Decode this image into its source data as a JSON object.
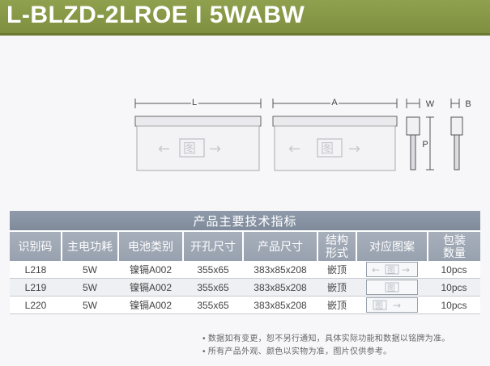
{
  "header": {
    "title": "L-BLZD-2LROE I 5WABW"
  },
  "drawing": {
    "dim_labels": {
      "L": "L",
      "A": "A",
      "W": "W",
      "B": "B",
      "P": "P"
    },
    "exit_glyph": "图"
  },
  "spec_table": {
    "caption": "产品主要技术指标",
    "headers": [
      "识别码",
      "主电功耗",
      "电池类别",
      "开孔尺寸",
      "产品尺寸",
      "结构\n形式",
      "对应图案",
      "包装\n数量"
    ],
    "rows": [
      {
        "code": "L218",
        "power": "5W",
        "battery": "镍镉A002",
        "hole": "355x65",
        "size": "383x85x208",
        "structure": "嵌顶",
        "pattern": "arrows-both",
        "qty": "10pcs"
      },
      {
        "code": "L219",
        "power": "5W",
        "battery": "镍镉A002",
        "hole": "355x65",
        "size": "383x85x208",
        "structure": "嵌顶",
        "pattern": "man-only",
        "qty": "10pcs"
      },
      {
        "code": "L220",
        "power": "5W",
        "battery": "镍镉A002",
        "hole": "355x65",
        "size": "383x85x208",
        "structure": "嵌顶",
        "pattern": "arrow-right",
        "qty": "10pcs"
      }
    ]
  },
  "notes": [
    "• 数据如有变更，恕不另行通知，具体实际功能和数据以铭牌为准。",
    "• 所有产品外观、颜色以实物为准，图片仅供参考。"
  ]
}
